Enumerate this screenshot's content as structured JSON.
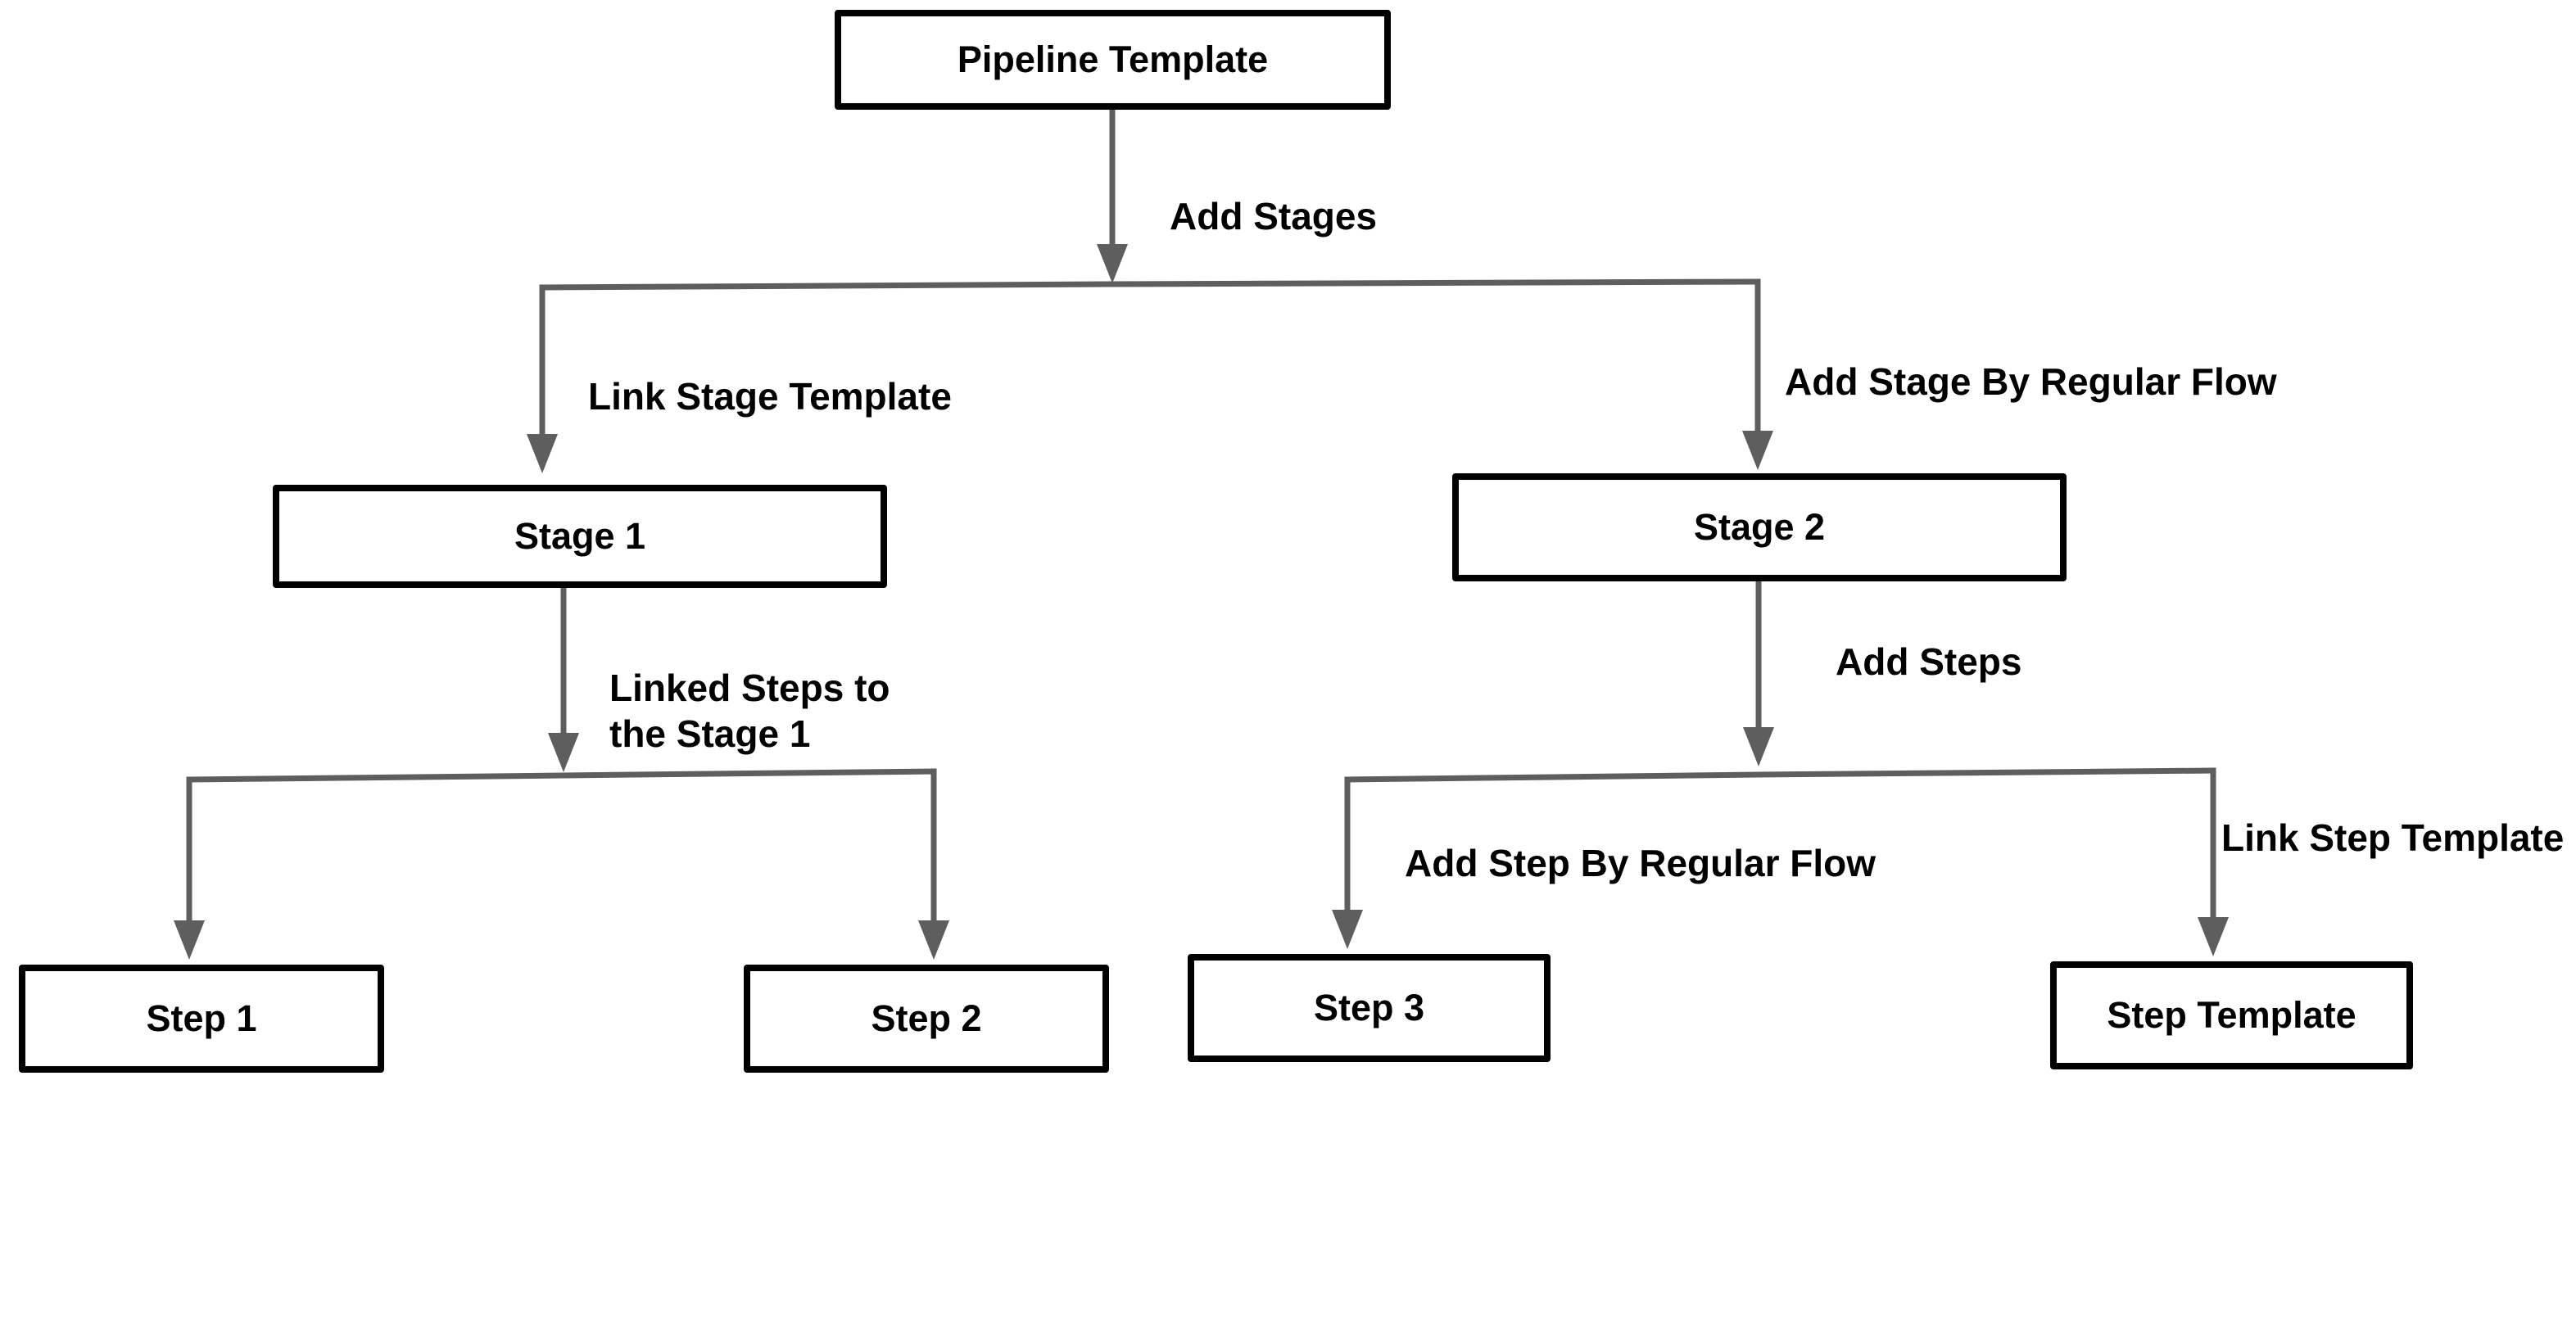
{
  "diagram": {
    "title": "Pipeline Template flow diagram",
    "colors": {
      "background": "#ffffff",
      "node_border": "#000000",
      "node_text": "#000000",
      "connector": "#5e5e5e",
      "edge_label_text": "#000000"
    },
    "nodes": {
      "pipeline_template": {
        "label": "Pipeline Template"
      },
      "stage_1": {
        "label": "Stage 1"
      },
      "stage_2": {
        "label": "Stage 2"
      },
      "step_1": {
        "label": "Step 1"
      },
      "step_2": {
        "label": "Step 2"
      },
      "step_3": {
        "label": "Step 3"
      },
      "step_template": {
        "label": "Step Template"
      }
    },
    "edge_labels": {
      "add_stages": {
        "label": "Add Stages"
      },
      "link_stage_template": {
        "label": "Link Stage Template"
      },
      "add_stage_by_regular_flow": {
        "label": "Add Stage By Regular Flow"
      },
      "linked_steps_to_stage_1": {
        "label": "Linked Steps to the Stage 1",
        "lines": [
          "Linked Steps to",
          "the Stage 1"
        ]
      },
      "add_steps": {
        "label": "Add Steps"
      },
      "add_step_by_regular_flow": {
        "label": "Add Step By Regular Flow"
      },
      "link_step_template": {
        "label": "Link Step Template"
      }
    }
  }
}
